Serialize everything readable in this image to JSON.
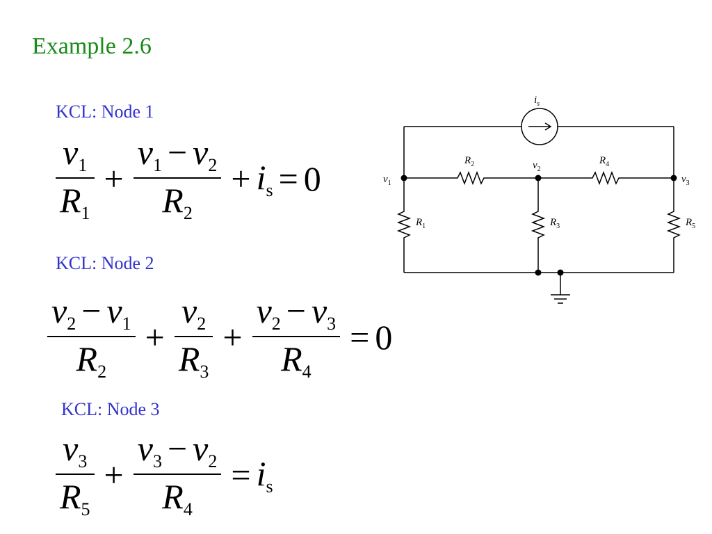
{
  "title": "Example 2.6",
  "node1": {
    "label": "KCL: Node 1"
  },
  "node2": {
    "label": "KCL: Node 2"
  },
  "node3": {
    "label": "KCL: Node 3"
  },
  "symbols": {
    "v": "v",
    "R": "R",
    "i": "i",
    "s": "s",
    "n1": "1",
    "n2": "2",
    "n3": "3",
    "n4": "4",
    "n5": "5",
    "plus": "+",
    "minus": "−",
    "equals": "=",
    "zero": "0"
  },
  "circuit": {
    "source_label": "i",
    "source_sub": "s",
    "node_labels": [
      {
        "base": "v",
        "sub": "1"
      },
      {
        "base": "v",
        "sub": "2"
      },
      {
        "base": "v",
        "sub": "3"
      }
    ],
    "resistor_labels": [
      {
        "base": "R",
        "sub": "1"
      },
      {
        "base": "R",
        "sub": "2"
      },
      {
        "base": "R",
        "sub": "3"
      },
      {
        "base": "R",
        "sub": "4"
      },
      {
        "base": "R",
        "sub": "5"
      }
    ]
  }
}
